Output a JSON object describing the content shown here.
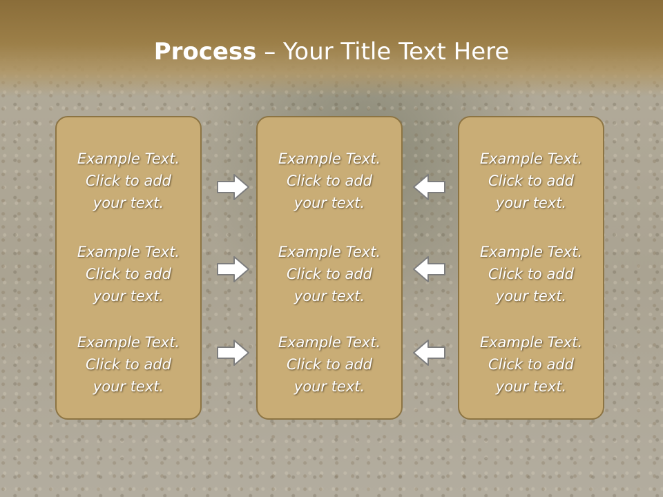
{
  "slide": {
    "title_bold": "Process",
    "title_rest": " – Your Title Text Here"
  },
  "columns": [
    {
      "items": [
        {
          "line1": "Example Text.",
          "line2": "Click  to add",
          "line3": "your text."
        },
        {
          "line1": "Example Text.",
          "line2": "Click  to add",
          "line3": "your text."
        },
        {
          "line1": "Example Text.",
          "line2": "Click  to add",
          "line3": "your text."
        }
      ]
    },
    {
      "items": [
        {
          "line1": "Example Text.",
          "line2": "Click  to add",
          "line3": "your text."
        },
        {
          "line1": "Example Text.",
          "line2": "Click  to add",
          "line3": "your text."
        },
        {
          "line1": "Example Text.",
          "line2": "Click  to add",
          "line3": "your text."
        }
      ]
    },
    {
      "items": [
        {
          "line1": "Example Text.",
          "line2": "Click  to add",
          "line3": "your text."
        },
        {
          "line1": "Example Text.",
          "line2": "Click  to add",
          "line3": "your text."
        },
        {
          "line1": "Example Text.",
          "line2": "Click  to add",
          "line3": "your text."
        }
      ]
    }
  ],
  "arrows": {
    "left_group": "right-arrow-icon",
    "right_group": "left-arrow-icon"
  },
  "colors": {
    "title_band": "#8a6d39",
    "card_fill": "#c9ad76",
    "card_border": "#8c7443",
    "text": "#ffffff"
  }
}
